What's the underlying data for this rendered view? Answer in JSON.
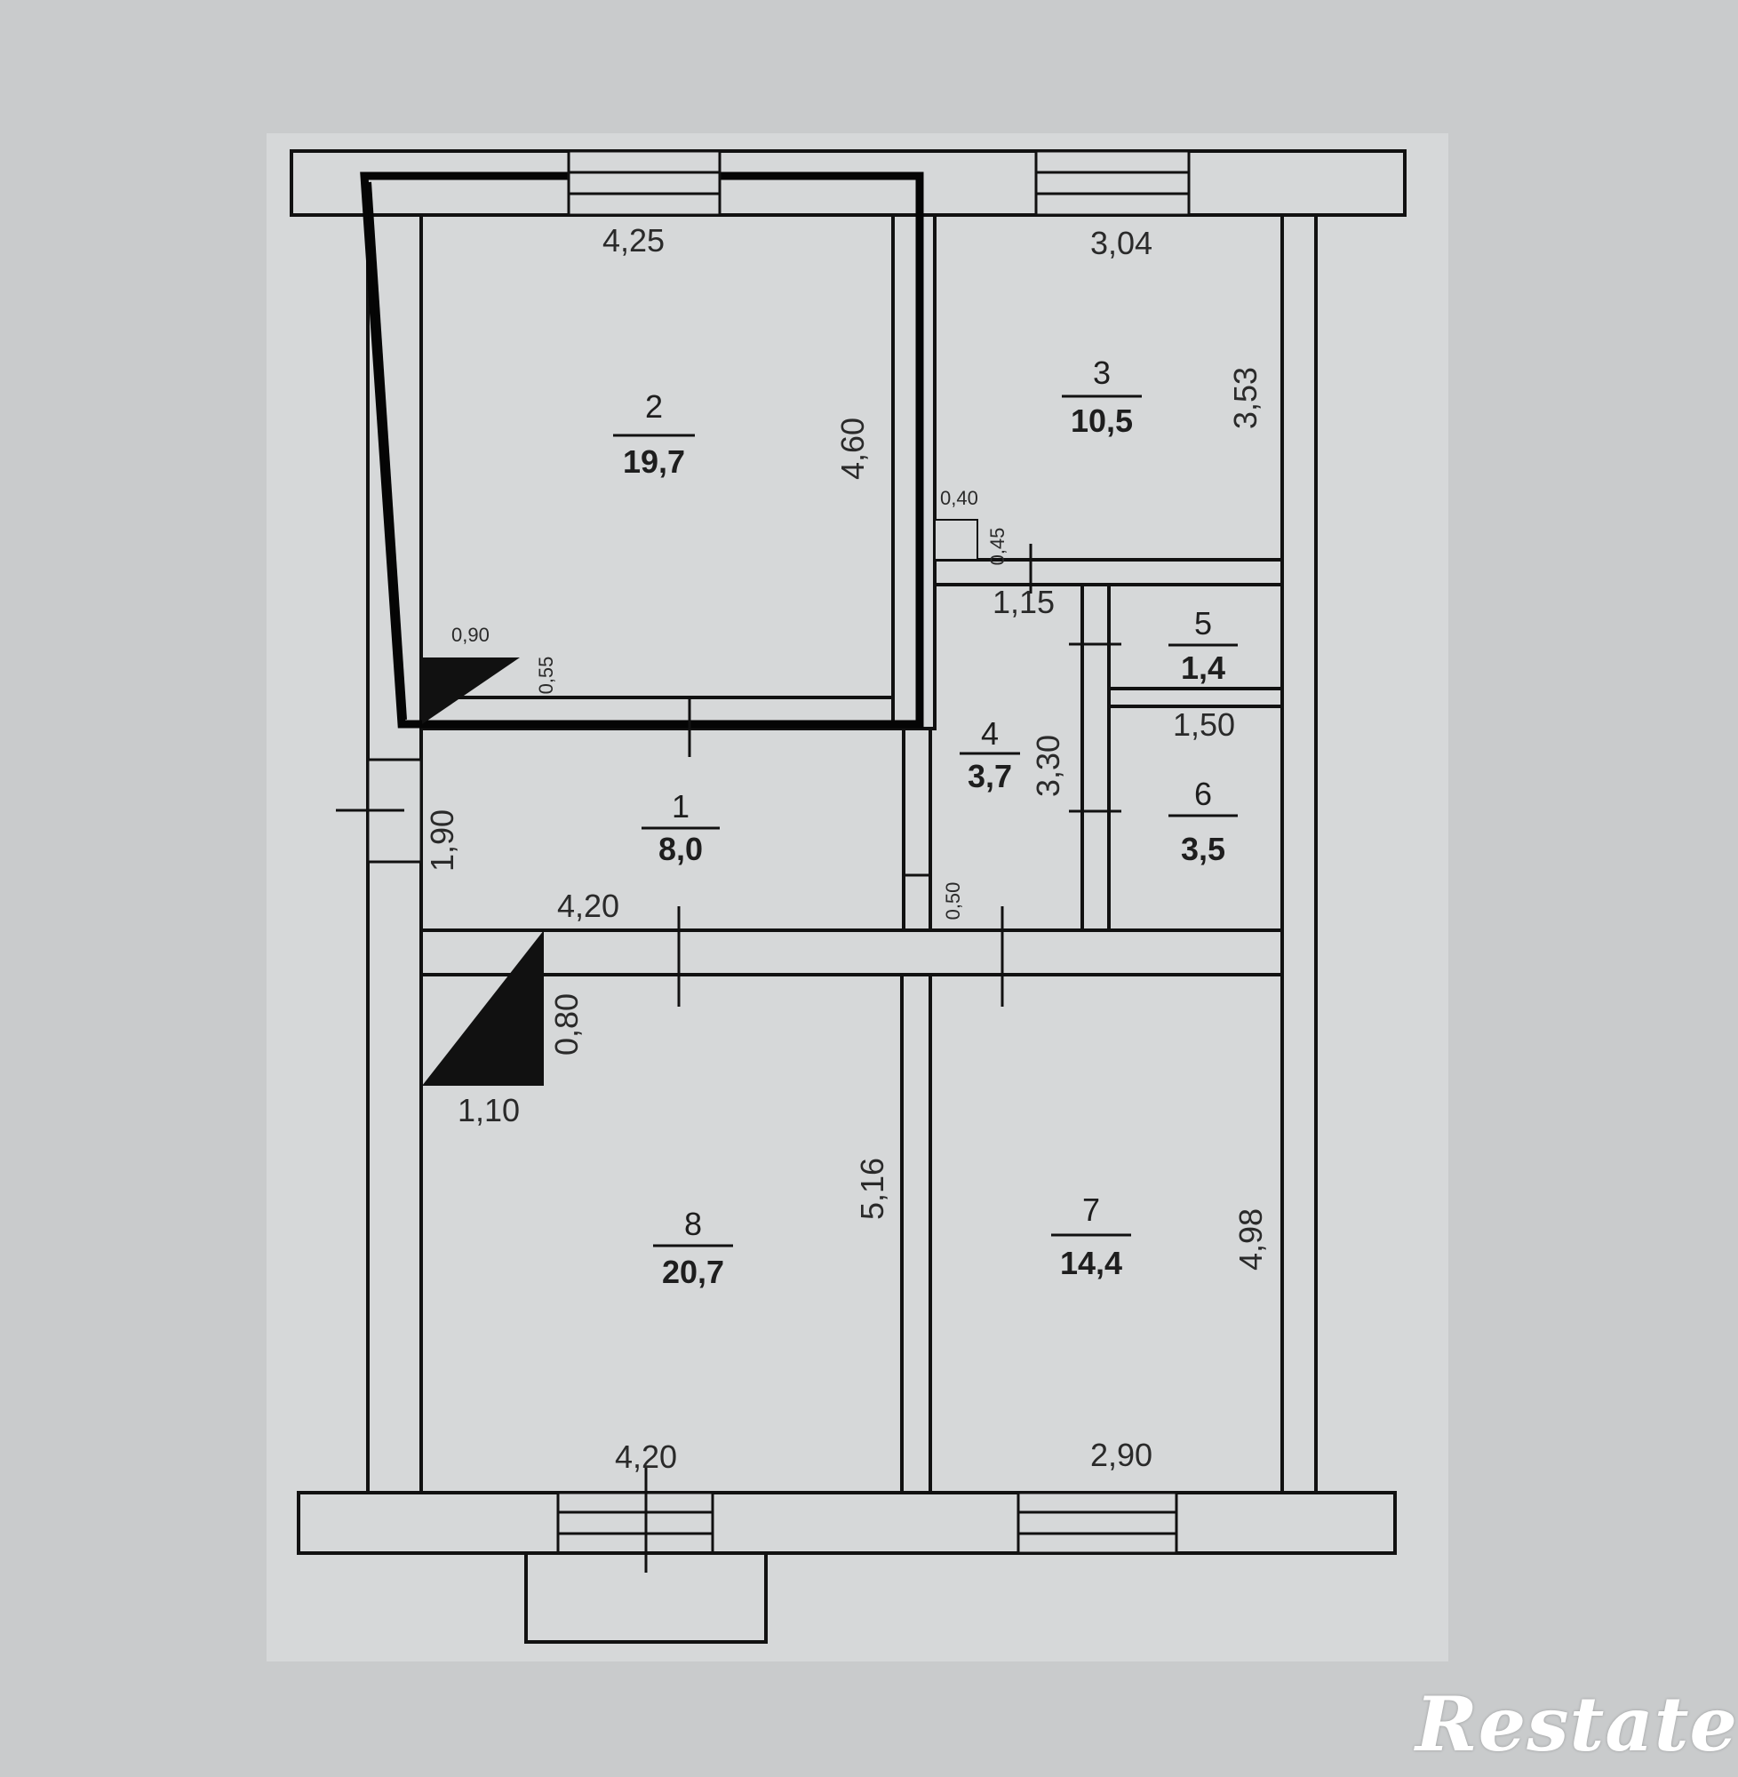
{
  "rooms": [
    {
      "number": "2",
      "area": "19,7"
    },
    {
      "number": "3",
      "area": "10,5"
    },
    {
      "number": "5",
      "area": "1,4"
    },
    {
      "number": "4",
      "area": "3,7"
    },
    {
      "number": "6",
      "area": "3,5"
    },
    {
      "number": "1",
      "area": "8,0"
    },
    {
      "number": "8",
      "area": "20,7"
    },
    {
      "number": "7",
      "area": "14,4"
    }
  ],
  "dimensions": {
    "d425": "4,25",
    "d304": "3,04",
    "d353": "3,53",
    "d460": "4,60",
    "d040": "0,40",
    "d045": "0,45",
    "d115": "1,15",
    "d090": "0,90",
    "d055": "0,55",
    "d150": "1,50",
    "d330": "3,30",
    "d190": "1,90",
    "d420top": "4,20",
    "d050": "0,50",
    "d080": "0,80",
    "d110": "1,10",
    "d516": "5,16",
    "d498": "4,98",
    "d420bottom": "4,20",
    "d290": "2,90"
  },
  "logo_text": "Restate",
  "colors": {
    "background": "#c9cbcc",
    "paper": "#d6d8d9",
    "wall": "#111111",
    "logo": "#ffffff"
  }
}
